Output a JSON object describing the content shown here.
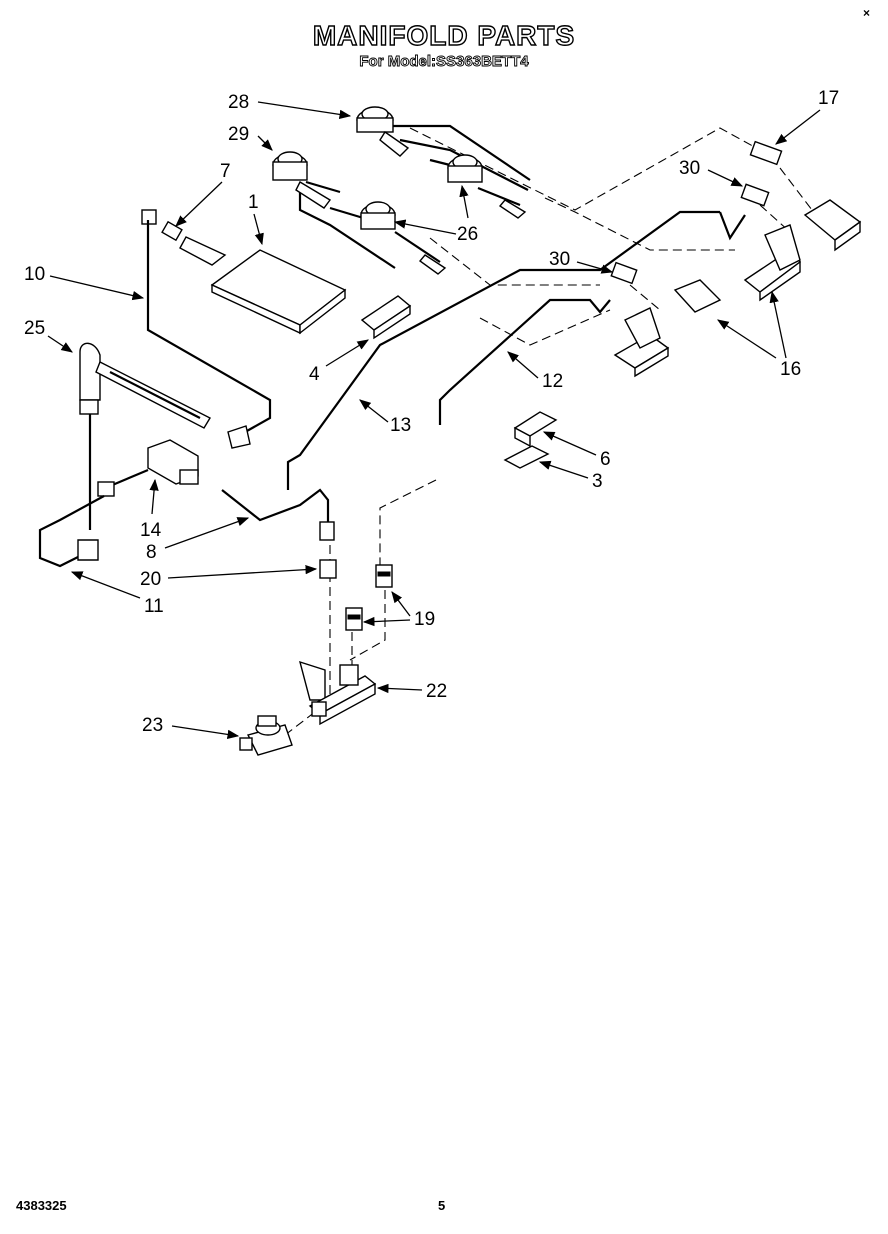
{
  "header": {
    "title": "MANIFOLD PARTS",
    "subtitle": "For Model:SS363BETT4",
    "corner_mark": "×"
  },
  "footer": {
    "doc_number": "4383325",
    "page_number": "5"
  },
  "callouts": {
    "c1": "1",
    "c3": "3",
    "c4": "4",
    "c6": "6",
    "c7": "7",
    "c8": "8",
    "c10": "10",
    "c11": "11",
    "c12": "12",
    "c13": "13",
    "c14": "14",
    "c16": "16",
    "c17": "17",
    "c19": "19",
    "c20": "20",
    "c22": "22",
    "c23": "23",
    "c25": "25",
    "c26": "26",
    "c28": "28",
    "c29": "29",
    "c30a": "30",
    "c30b": "30"
  }
}
